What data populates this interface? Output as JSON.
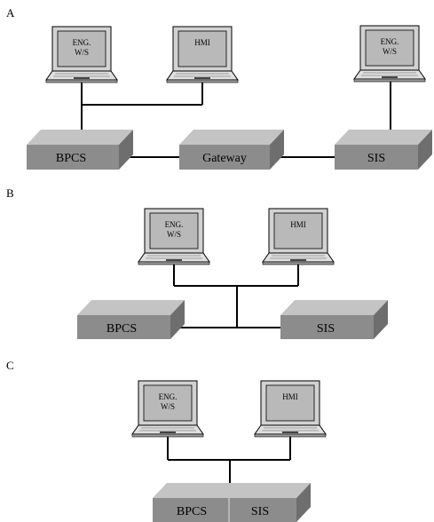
{
  "panels": [
    {
      "letter": "A",
      "laptops": [
        {
          "line1": "ENG.",
          "line2": "W/S"
        },
        {
          "line1": "HMI",
          "line2": ""
        },
        {
          "line1": "ENG.",
          "line2": "W/S"
        }
      ],
      "boxes": [
        "BPCS",
        "Gateway",
        "SIS"
      ]
    },
    {
      "letter": "B",
      "laptops": [
        {
          "line1": "ENG.",
          "line2": "W/S"
        },
        {
          "line1": "HMI",
          "line2": ""
        }
      ],
      "boxes": [
        "BPCS",
        "SIS"
      ]
    },
    {
      "letter": "C",
      "laptops": [
        {
          "line1": "ENG.",
          "line2": "W/S"
        },
        {
          "line1": "HMI",
          "line2": ""
        }
      ],
      "box_combined": {
        "left": "BPCS",
        "right": "SIS"
      }
    }
  ],
  "colors": {
    "box_front": "#8c8c8c",
    "box_top": "#c4c4c4",
    "box_side": "#6e6e6e",
    "screen": "#b9b9b9",
    "keyboard": "#d8d8d8",
    "line": "#000000"
  }
}
